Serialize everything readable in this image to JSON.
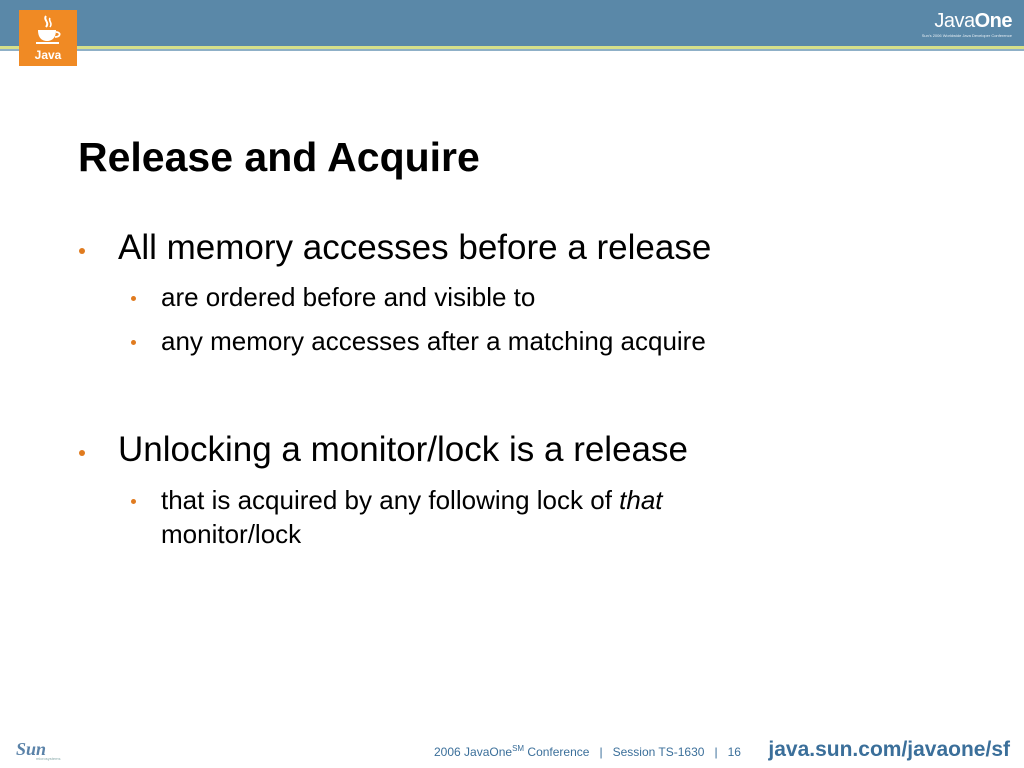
{
  "header": {
    "java_logo_text": "Java",
    "javaone_brand": "Java",
    "javaone_brand_bold": "One",
    "javaone_tagline": "Sun's 2006 Worldwide Java Developer Conference",
    "colors": {
      "band": "#5a88a8",
      "accent_rule": "#d6e08a",
      "java_logo": "#f08a24",
      "bullet": "#e07b1f"
    }
  },
  "slide": {
    "title": "Release and Acquire",
    "bullets": [
      {
        "text": "All memory accesses before a release",
        "subbullets": [
          "are ordered before and visible to",
          "any memory accesses after a matching acquire"
        ]
      },
      {
        "text": "Unlocking a monitor/lock is a release",
        "subbullets": [
          {
            "pre": "that is acquired by any following lock of ",
            "em": "that",
            "post": "monitor/lock"
          }
        ]
      }
    ]
  },
  "footer": {
    "sun_logo_text": "Sun",
    "sun_tagline": "microsystems",
    "conference_pre": "2006 JavaOne",
    "conference_sup": "SM",
    "conference_post": " Conference",
    "separator": "|",
    "session": "Session TS-1630",
    "page_number": "16",
    "url": "java.sun.com/javaone/sf"
  }
}
